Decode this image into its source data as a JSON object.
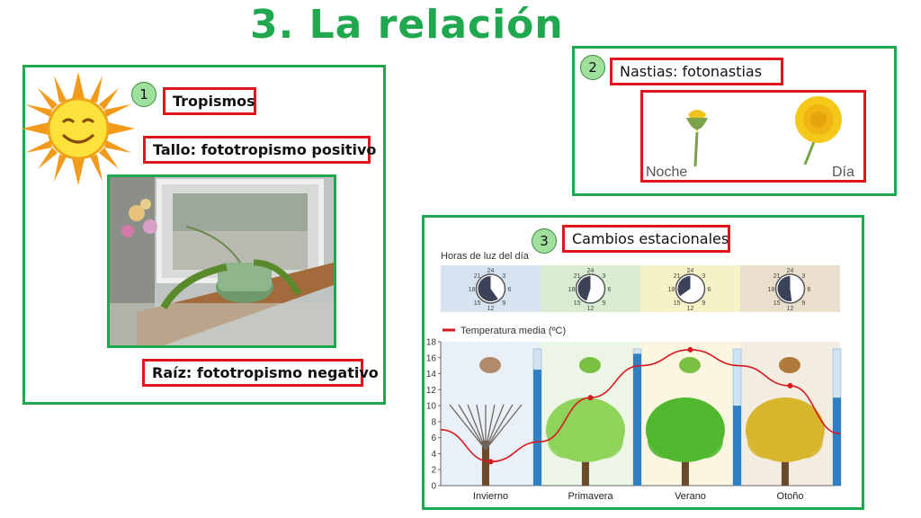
{
  "slide": {
    "title": "3. La relación"
  },
  "panel1": {
    "number": "1",
    "tropismos": "Tropismos",
    "tallo": "Tallo:  fototropismo positivo",
    "raiz": "Raíz: fototropismo negativo"
  },
  "panel2": {
    "number": "2",
    "label": "Nastias: fotonastias",
    "noche": "Noche",
    "dia": "Día"
  },
  "panel3": {
    "number": "3",
    "label": "Cambios estacionales",
    "horas_title": "Horas de luz del día",
    "clock_labels": [
      "24",
      "3",
      "6",
      "9",
      "12",
      "15",
      "18",
      "21"
    ],
    "clock_daylight_fractions": [
      0.4,
      0.55,
      0.65,
      0.48
    ],
    "temp_legend": "Temperatura media (ºC)",
    "chart_data": {
      "type": "line",
      "title": "",
      "xlabel": "",
      "ylabel": "",
      "categories": [
        "Invierno",
        "Primavera",
        "Verano",
        "Otoño"
      ],
      "yticks": [
        0,
        2,
        4,
        6,
        8,
        10,
        12,
        14,
        16,
        18
      ],
      "ylim": [
        0,
        18
      ],
      "series": [
        {
          "name": "Temperatura media (ºC)",
          "x": [
            0,
            0.5,
            1.0,
            1.5,
            2.0,
            2.5,
            3.0,
            3.5,
            4.0
          ],
          "values": [
            7,
            3,
            5.5,
            11,
            15,
            17,
            15,
            12.5,
            6.5
          ]
        }
      ],
      "marked_points": [
        {
          "x": 0.5,
          "y": 3
        },
        {
          "x": 1.5,
          "y": 11
        },
        {
          "x": 2.5,
          "y": 17
        },
        {
          "x": 3.5,
          "y": 12.5
        }
      ],
      "thermometer_levels": [
        14.5,
        16.5,
        10,
        11
      ]
    },
    "season_colors": [
      "#d6e4f2",
      "#d7ecd0",
      "#f7f1c7",
      "#eadfcc"
    ],
    "tree_colors": [
      "#8a7d70",
      "#8fd35a",
      "#4fb82f",
      "#d7b52d"
    ],
    "line_color": "#d7181f"
  }
}
